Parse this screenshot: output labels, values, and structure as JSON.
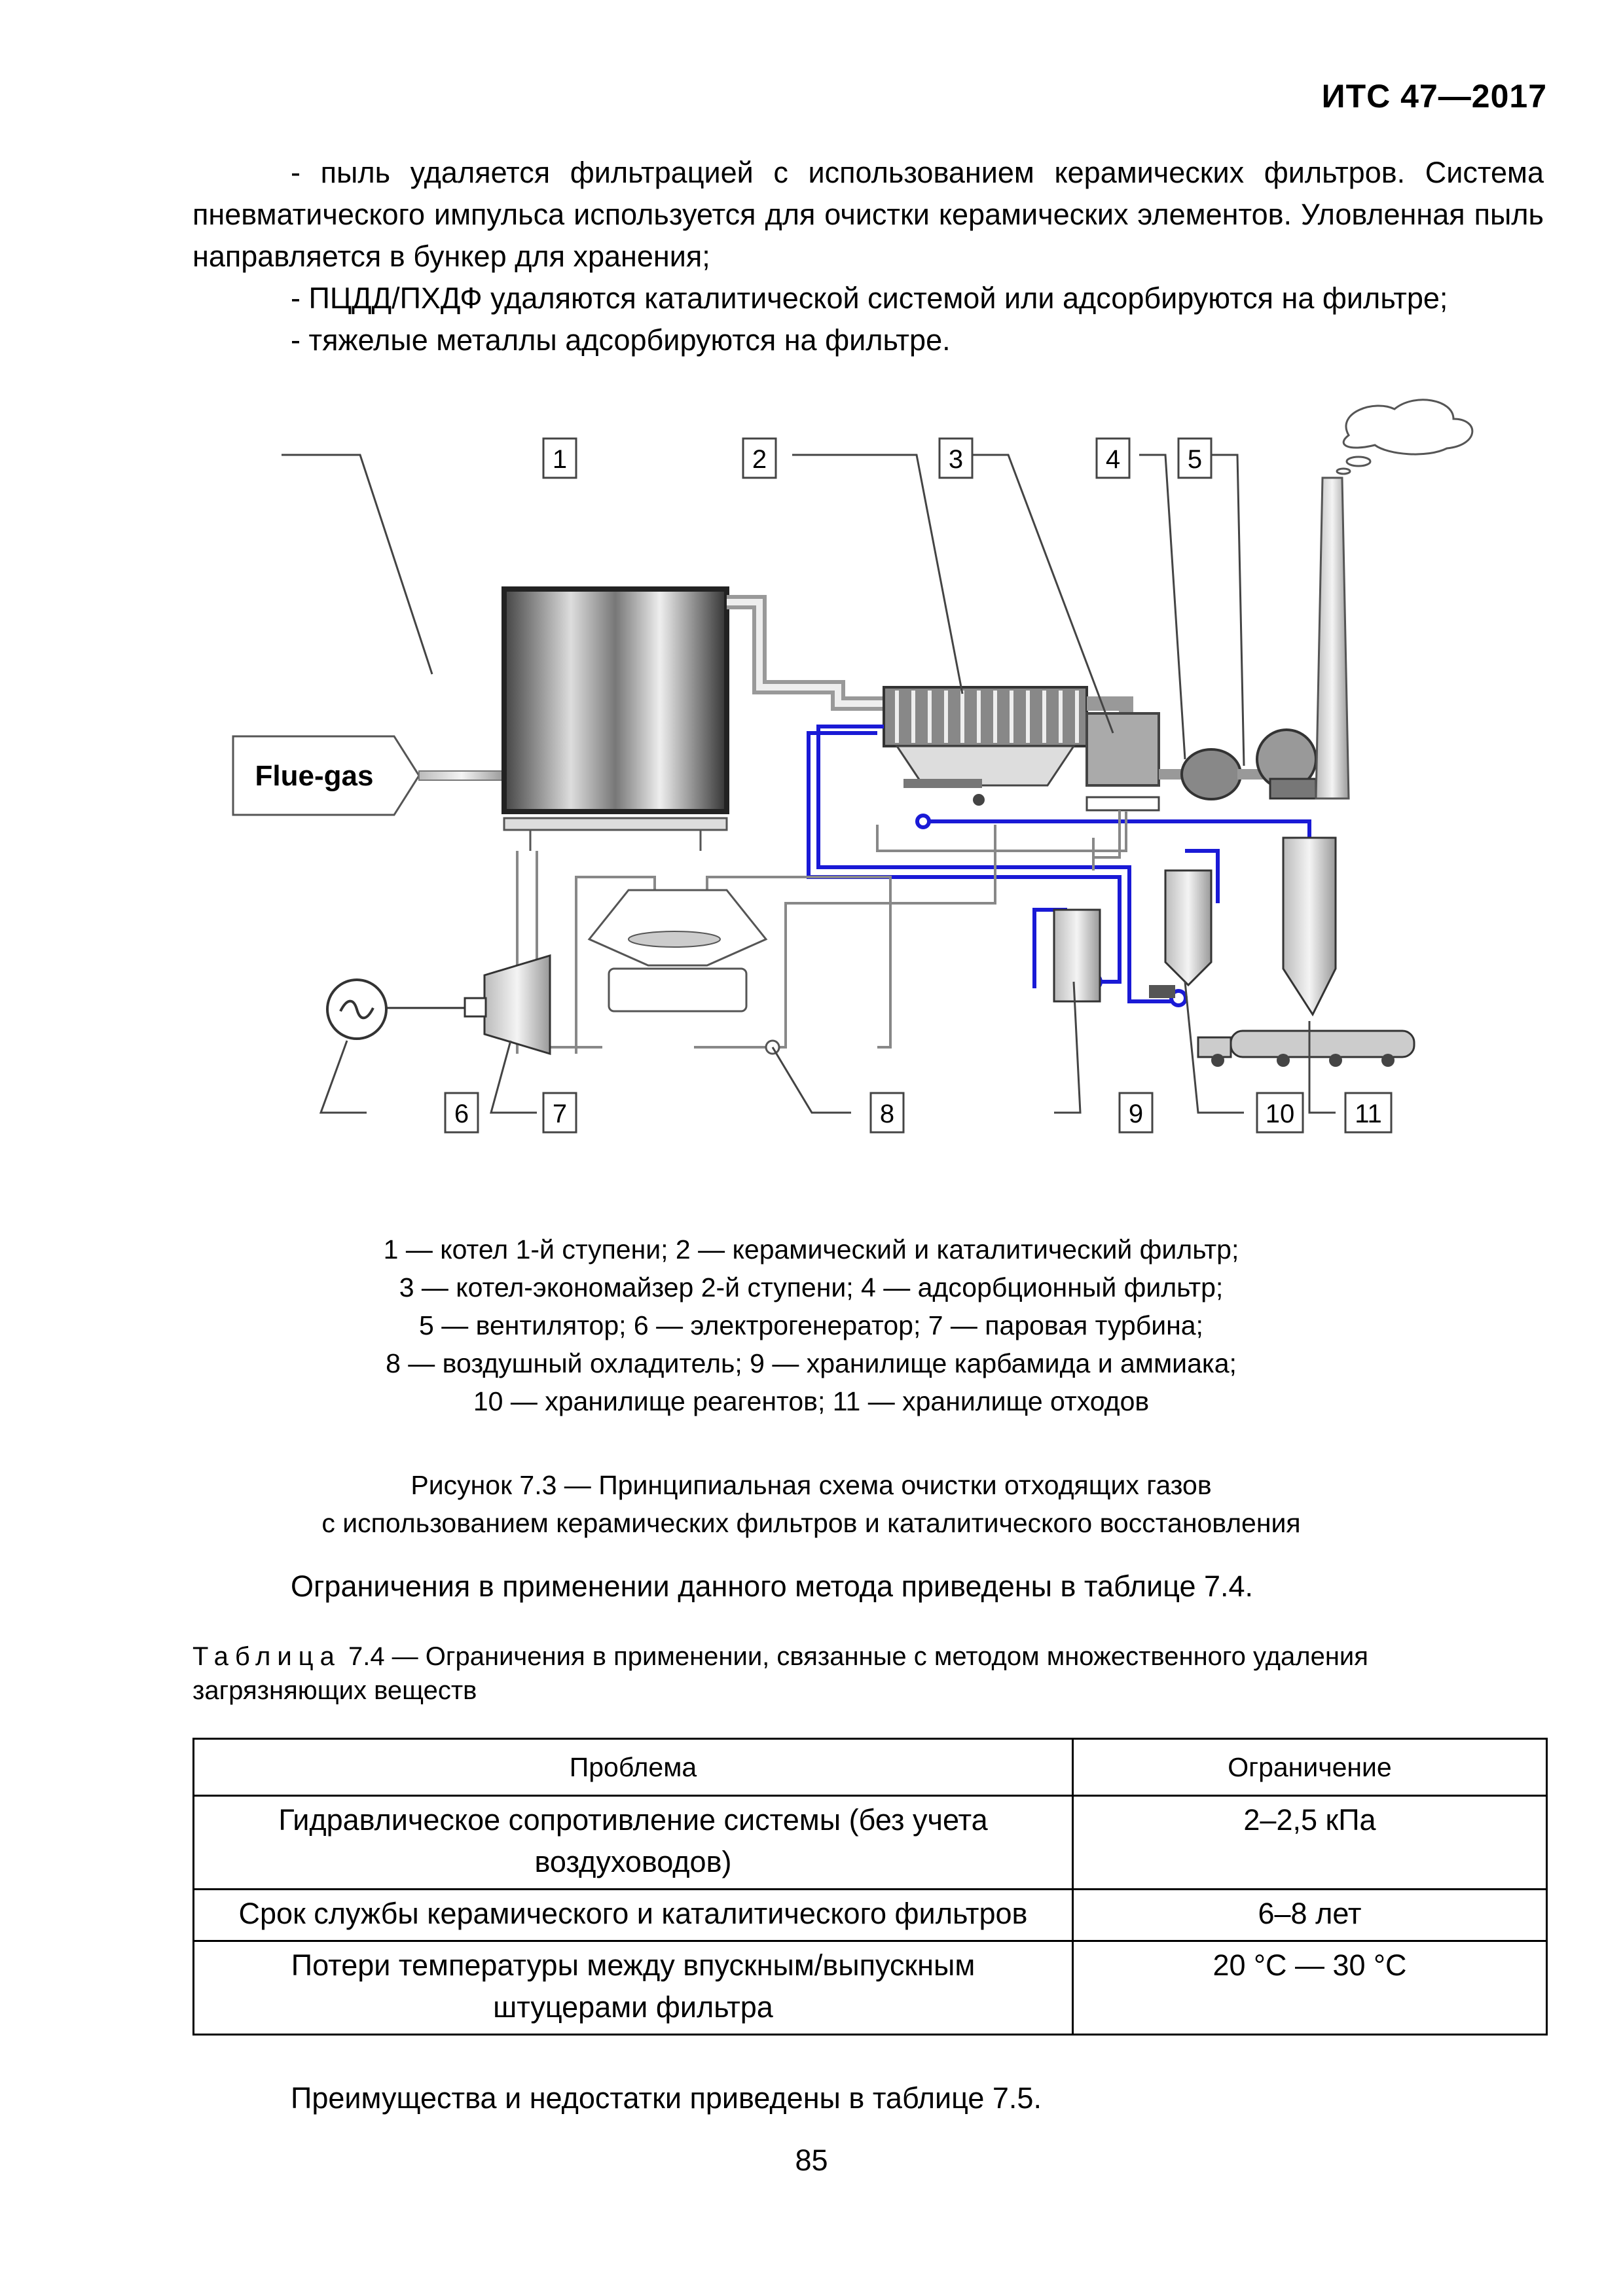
{
  "header": {
    "doc_id": "ИТС 47—2017"
  },
  "intro": {
    "bullets": [
      "- пыль удаляется фильтрацией с использованием керамических фильтров. Система пневматического импульса используется для очистки керамических элементов. Уловленная пыль направляется в бункер для хранения;",
      "- ПЦДД/ПХДФ удаляются каталитической системой или адсорбируются на фильтре;",
      "- тяжелые металлы адсорбируются на фильтре."
    ]
  },
  "figure": {
    "inlet_label": "Flue-gas",
    "callouts": [
      "1",
      "2",
      "3",
      "4",
      "5",
      "6",
      "7",
      "8",
      "9",
      "10",
      "11"
    ],
    "legend_lines": [
      "1 — котел 1-й ступени; 2 — керамический и каталитический фильтр;",
      "3 — котел-экономайзер 2-й ступени; 4 — адсорбционный фильтр;",
      "5 — вентилятор; 6 — электрогенератор; 7 — паровая турбина;",
      "8 — воздушный охладитель; 9 — хранилище карбамида и аммиака;",
      "10 — хранилище реагентов; 11 — хранилище отходов"
    ],
    "caption_lines": [
      "Рисунок 7.3 — Принципиальная схема очистки отходящих газов",
      "с использованием керамических фильтров и каталитического восстановления"
    ],
    "colors": {
      "pipe_blue": "#1a1ad6",
      "pipe_gray": "#888888"
    }
  },
  "lead_text": "Ограничения в применении данного метода приведены в таблице 7.4.",
  "table": {
    "label": "Таблица",
    "title_rest": " 7.4 — Ограничения в применении, связанные с методом множественного удаления загрязняющих веществ",
    "headers": [
      "Проблема",
      "Ограничение"
    ],
    "rows": [
      [
        "Гидравлическое сопротивление системы (без учета воздуховодов)",
        "2–2,5 кПа"
      ],
      [
        "Срок службы керамического и каталитического филь­тров",
        "6–8 лет"
      ],
      [
        "Потери температуры между впускным/выпускным штуцерами фильтра",
        "20 °С — 30 °С"
      ]
    ]
  },
  "footer_text": "Преимущества и недостатки приведены в таблице 7.5.",
  "page_number": "85"
}
